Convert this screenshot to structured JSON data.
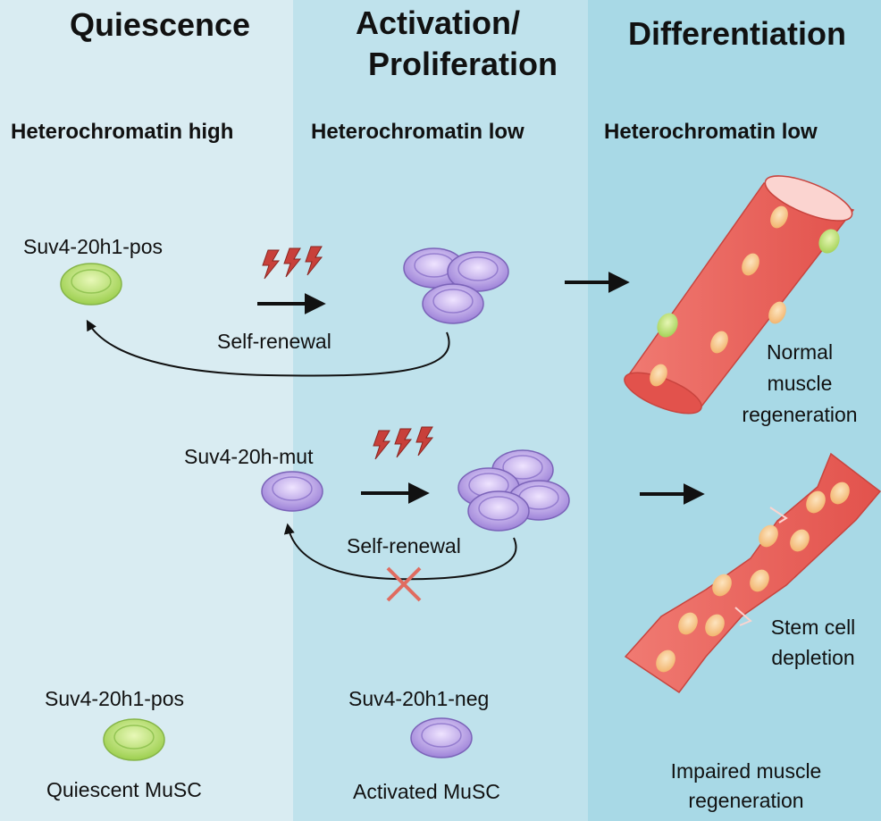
{
  "columns": {
    "quiescence": {
      "title": "Quiescence",
      "subtitle": "Heterochromatin high"
    },
    "activation": {
      "title_line1": "Activation/",
      "title_line2": "Proliferation",
      "subtitle": "Heterochromatin low"
    },
    "differentiation": {
      "title": "Differentiation",
      "subtitle": "Heterochromatin low"
    }
  },
  "top_pathway": {
    "cell_label": "Suv4-20h1-pos",
    "self_renewal_label": "Self-renewal",
    "outcome_line1": "Normal",
    "outcome_line2": "muscle",
    "outcome_line3": "regeneration"
  },
  "bottom_pathway": {
    "cell_label": "Suv4-20h-mut",
    "self_renewal_label": "Self-renewal",
    "outcome_line1": "Stem cell",
    "outcome_line2": "depletion"
  },
  "legend": {
    "quiescent_marker": "Suv4-20h1-pos",
    "quiescent_name": "Quiescent MuSC",
    "activated_marker": "Suv4-20h1-neg",
    "activated_name": "Activated MuSC"
  },
  "footer": {
    "line1": "Impaired muscle",
    "line2": "regeneration"
  },
  "colors": {
    "quiescent_cell": "#b5e06e",
    "activated_cell": "#b89de6",
    "muscle_fiber": "#ea5f5a",
    "nucleus": "#f8c890",
    "blocked_mark": "#e06c60",
    "lightning": "#c8403a"
  }
}
